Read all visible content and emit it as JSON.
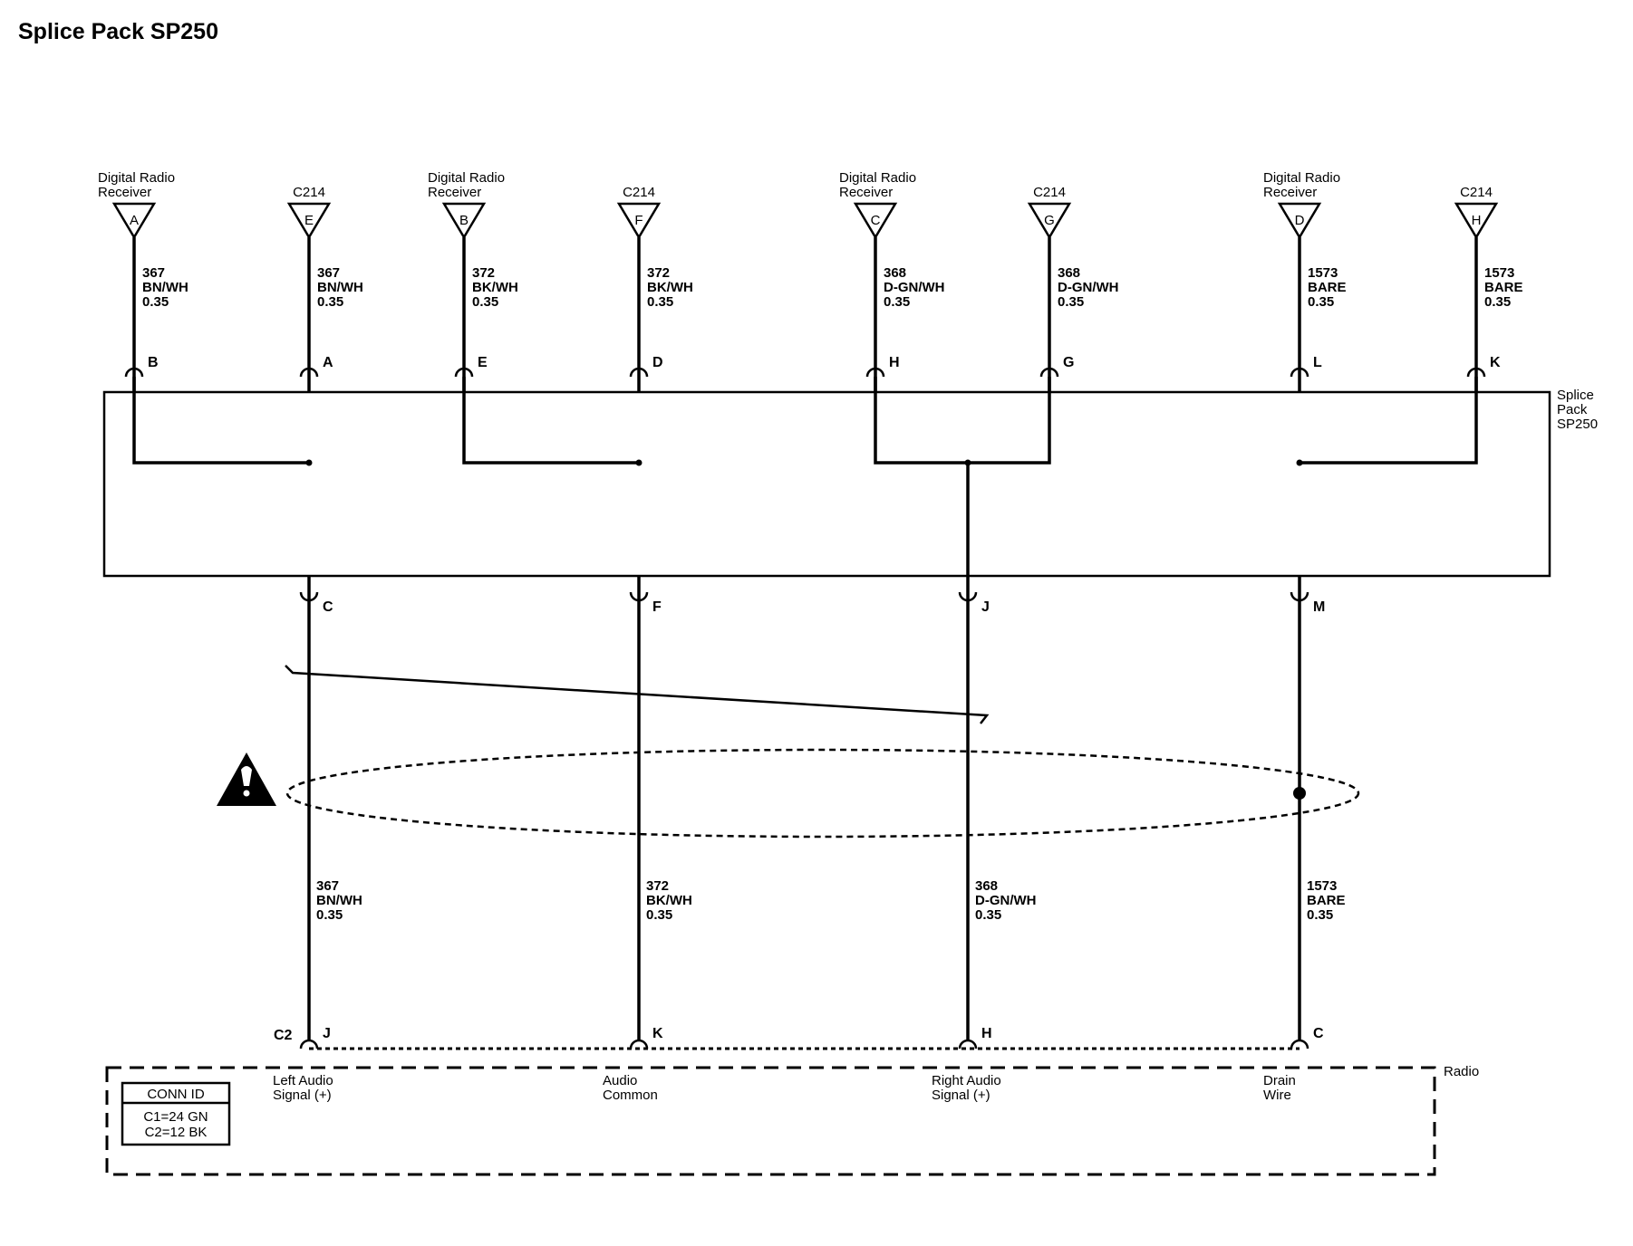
{
  "title": "Splice Pack SP250",
  "top_connectors": [
    {
      "source_line1": "Digital Radio",
      "source_line2": "Receiver",
      "pin": "A",
      "circuit": "367",
      "color": "BN/WH",
      "gauge": "0.35",
      "splice_pin": "B"
    },
    {
      "source_line1": "",
      "source_line2": "C214",
      "pin": "E",
      "circuit": "367",
      "color": "BN/WH",
      "gauge": "0.35",
      "splice_pin": "A"
    },
    {
      "source_line1": "Digital Radio",
      "source_line2": "Receiver",
      "pin": "B",
      "circuit": "372",
      "color": "BK/WH",
      "gauge": "0.35",
      "splice_pin": "E"
    },
    {
      "source_line1": "",
      "source_line2": "C214",
      "pin": "F",
      "circuit": "372",
      "color": "BK/WH",
      "gauge": "0.35",
      "splice_pin": "D"
    },
    {
      "source_line1": "Digital Radio",
      "source_line2": "Receiver",
      "pin": "C",
      "circuit": "368",
      "color": "D-GN/WH",
      "gauge": "0.35",
      "splice_pin": "H"
    },
    {
      "source_line1": "",
      "source_line2": "C214",
      "pin": "G",
      "circuit": "368",
      "color": "D-GN/WH",
      "gauge": "0.35",
      "splice_pin": "G"
    },
    {
      "source_line1": "Digital Radio",
      "source_line2": "Receiver",
      "pin": "D",
      "circuit": "1573",
      "color": "BARE",
      "gauge": "0.35",
      "splice_pin": "L"
    },
    {
      "source_line1": "",
      "source_line2": "C214",
      "pin": "H",
      "circuit": "1573",
      "color": "BARE",
      "gauge": "0.35",
      "splice_pin": "K"
    }
  ],
  "splice_pack": {
    "line1": "Splice",
    "line2": "Pack",
    "line3": "SP250"
  },
  "bottom_wires": [
    {
      "splice_pin": "C",
      "circuit": "367",
      "color": "BN/WH",
      "gauge": "0.35",
      "radio_pin": "J",
      "function_line1": "Left Audio",
      "function_line2": "Signal (+)"
    },
    {
      "splice_pin": "F",
      "circuit": "372",
      "color": "BK/WH",
      "gauge": "0.35",
      "radio_pin": "K",
      "function_line1": "Audio",
      "function_line2": "Common"
    },
    {
      "splice_pin": "J",
      "circuit": "368",
      "color": "D-GN/WH",
      "gauge": "0.35",
      "radio_pin": "H",
      "function_line1": "Right Audio",
      "function_line2": "Signal (+)"
    },
    {
      "splice_pin": "M",
      "circuit": "1573",
      "color": "BARE",
      "gauge": "0.35",
      "radio_pin": "C",
      "function_line1": "Drain",
      "function_line2": "Wire"
    }
  ],
  "radio": {
    "label": "Radio",
    "connector": "C2",
    "conn_id_header": "CONN ID",
    "conn_c1": "C1=24 GN",
    "conn_c2": "C2=12 BK"
  },
  "warning_icon": "caution-triangle-icon"
}
